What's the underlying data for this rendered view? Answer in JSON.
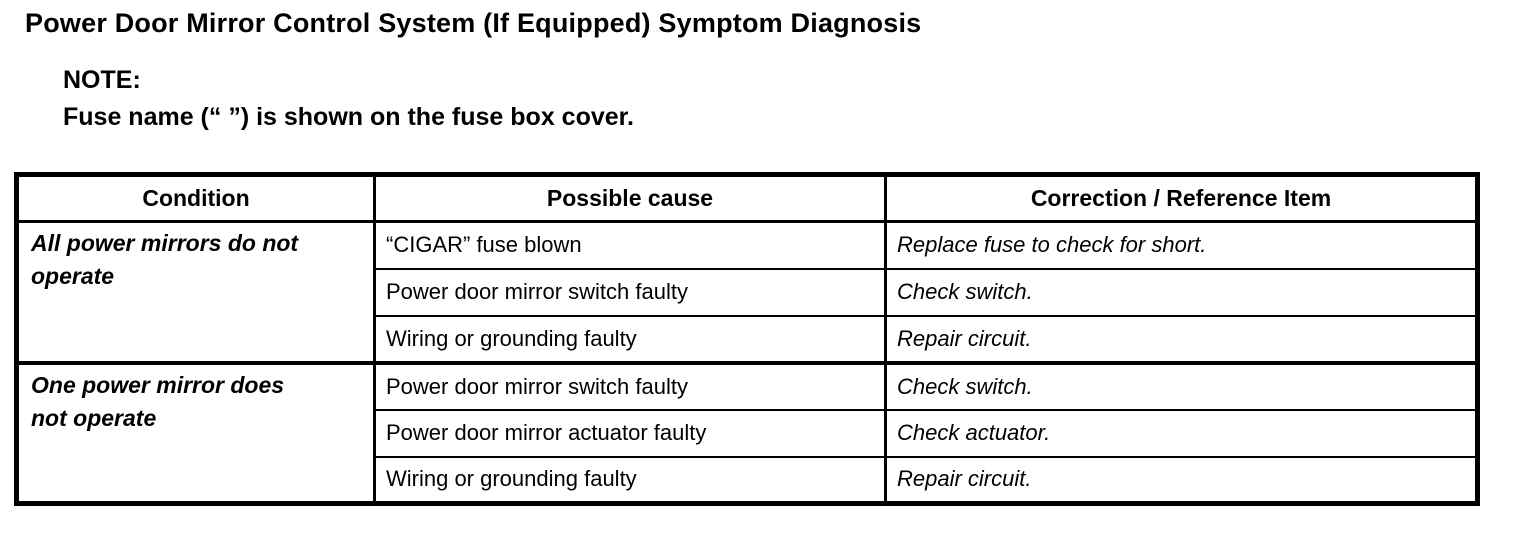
{
  "document": {
    "title": "Power Door Mirror Control System (If Equipped) Symptom Diagnosis",
    "note": {
      "label": "NOTE:",
      "text": "Fuse name (“ ”) is shown on the fuse box cover."
    }
  },
  "table": {
    "headers": {
      "condition": "Condition",
      "cause": "Possible cause",
      "correction": "Correction / Reference Item"
    },
    "groups": [
      {
        "condition": "All power mirrors do not\noperate",
        "rows": [
          {
            "cause": "“CIGAR” fuse blown",
            "correction": "Replace fuse to check for short."
          },
          {
            "cause": "Power door mirror switch faulty",
            "correction": "Check switch."
          },
          {
            "cause": "Wiring or grounding faulty",
            "correction": "Repair circuit."
          }
        ]
      },
      {
        "condition": "One power mirror does\nnot operate",
        "rows": [
          {
            "cause": "Power door mirror switch faulty",
            "correction": "Check switch."
          },
          {
            "cause": "Power door mirror actuator faulty",
            "correction": "Check actuator."
          },
          {
            "cause": "Wiring or grounding faulty",
            "correction": "Repair circuit."
          }
        ]
      }
    ]
  }
}
